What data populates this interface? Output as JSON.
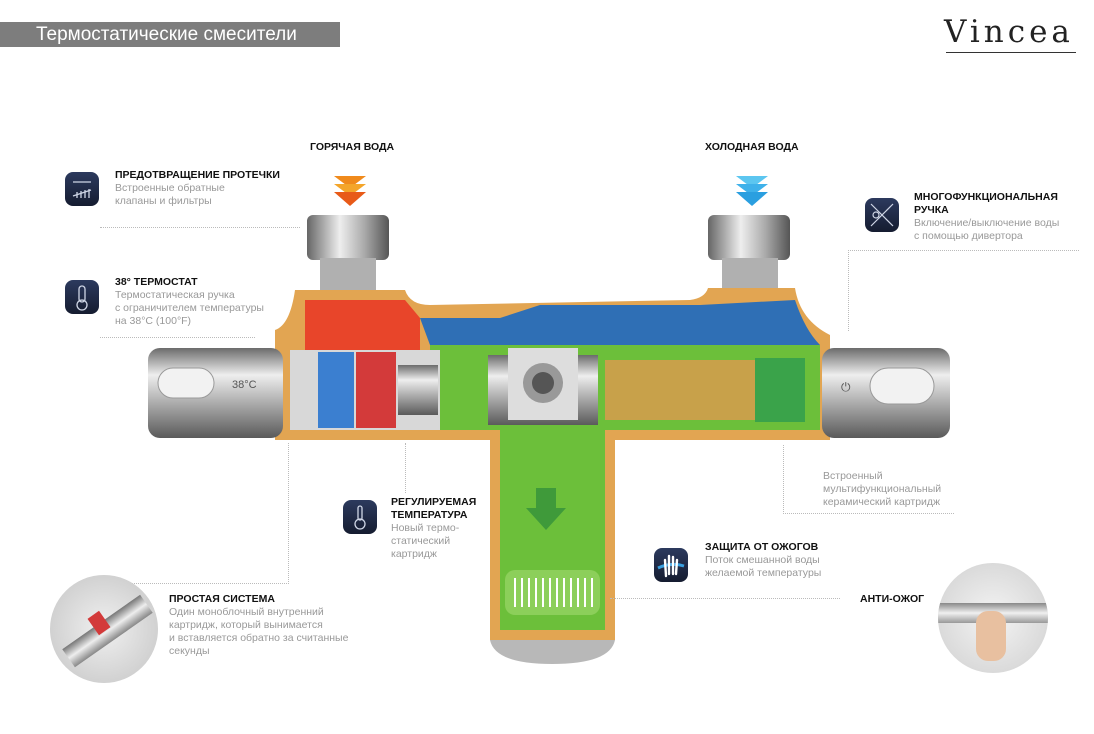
{
  "header": {
    "title": "Термостатические смесители",
    "logo": "Vincea"
  },
  "labels": {
    "hot_water": "ГОРЯЧАЯ ВОДА",
    "cold_water": "ХОЛОДНАЯ ВОДА",
    "dial_temp": "38°C",
    "anti_burn": "АНТИ-ОЖОГ"
  },
  "callouts": {
    "leak": {
      "title": "ПРЕДОТВРАЩЕНИЕ ПРОТЕЧКИ",
      "lines": [
        "Встроенные обратные",
        "клапаны и фильтры"
      ]
    },
    "thermostat": {
      "title": "38° ТЕРМОСТАТ",
      "lines": [
        "Термостатическая ручка",
        "с ограничителем температуры",
        "на 38°C (100°F)"
      ]
    },
    "handle": {
      "title1": "МНОГОФУНКЦИОНАЛЬНАЯ",
      "title2": "РУЧКА",
      "lines": [
        "Включение/выключение воды",
        "с помощью дивертора"
      ]
    },
    "cartridge": {
      "lines": [
        "Встроенный",
        "мультифункциональный",
        "керамический картридж"
      ]
    },
    "adjustable": {
      "title1": "РЕГУЛИРУЕМАЯ",
      "title2": "ТЕМПЕРАТУРА",
      "lines": [
        "Новый термо-",
        "статический",
        "картридж"
      ]
    },
    "burn": {
      "title": "ЗАЩИТА ОТ ОЖОГОВ",
      "lines": [
        "Поток смешанной воды",
        "желаемой температуры"
      ]
    },
    "simple": {
      "title": "ПРОСТАЯ СИСТЕМА",
      "lines": [
        "Один моноблочный внутренний",
        "картридж, который вынимается",
        "и вставляется обратно за считанные",
        "секунды"
      ]
    }
  },
  "colors": {
    "hot": "#e8452a",
    "cold": "#2f6fb5",
    "mixed": "#6cbf3a",
    "body": "#e2a552",
    "icon_bg": "#1f2842"
  }
}
